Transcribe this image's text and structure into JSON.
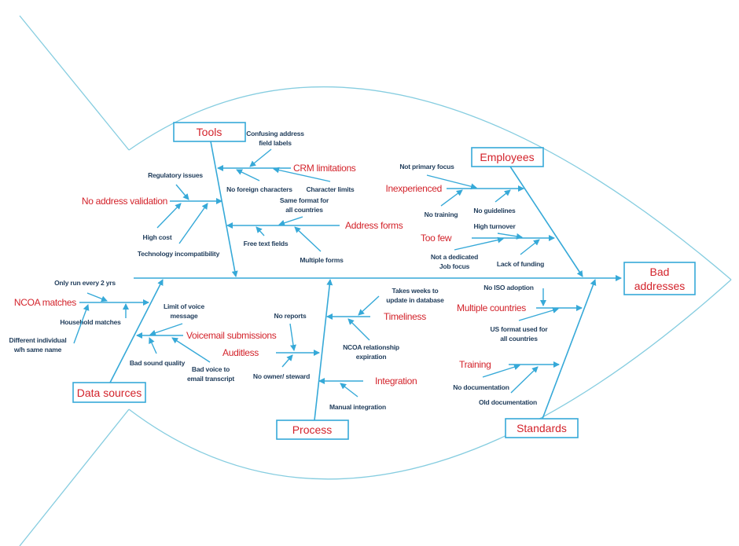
{
  "effect": {
    "lines": [
      "Bad",
      "addresses"
    ]
  },
  "colors": {
    "cause_text": "#d3232b",
    "note_text": "#24405e",
    "arrows": "#36a9d8",
    "fish_outline": "#86cde0"
  },
  "categories": {
    "tools": {
      "label": "Tools",
      "causes": [
        {
          "label": "CRM limitations",
          "subs": [
            [
              "Confusing address",
              "field labels"
            ],
            [
              "No foreign characters"
            ],
            [
              "Character limits"
            ]
          ]
        },
        {
          "label": "No address validation",
          "subs": [
            [
              "Regulatory issues"
            ],
            [
              "High cost"
            ],
            [
              "Technology incompatibility"
            ]
          ]
        },
        {
          "label": "Address forms",
          "subs": [
            [
              "Same format for",
              "all countries"
            ],
            [
              "Free text fields"
            ],
            [
              "Multiple forms"
            ]
          ]
        }
      ]
    },
    "employees": {
      "label": "Employees",
      "causes": [
        {
          "label": "Inexperienced",
          "subs": [
            [
              "Not primary focus"
            ],
            [
              "No training"
            ],
            [
              "No guidelines"
            ]
          ]
        },
        {
          "label": "Too few",
          "subs": [
            [
              "High turnover"
            ],
            [
              "Not a dedicated",
              "Job focus"
            ],
            [
              "Lack of funding"
            ]
          ]
        }
      ]
    },
    "data_sources": {
      "label": "Data sources",
      "causes": [
        {
          "label": "NCOA matches",
          "subs": [
            [
              "Only run every 2 yrs"
            ],
            [
              "Household matches"
            ],
            [
              "Different individual",
              "w/h same name"
            ]
          ]
        },
        {
          "label": "Voicemail submissions",
          "subs": [
            [
              "Limit of voice",
              "message"
            ],
            [
              "Bad sound quality"
            ],
            [
              "Bad voice to",
              "email transcript"
            ]
          ]
        }
      ]
    },
    "process": {
      "label": "Process",
      "causes": [
        {
          "label": "Auditless",
          "subs": [
            [
              "No reports"
            ],
            [
              "No owner/ steward"
            ]
          ]
        },
        {
          "label": "Timeliness",
          "subs": [
            [
              "Takes weeks to",
              "update in database"
            ],
            [
              "NCOA relationship",
              "expiration"
            ]
          ]
        },
        {
          "label": "Integration",
          "subs": [
            [
              "Manual integration"
            ]
          ]
        }
      ]
    },
    "standards": {
      "label": "Standards",
      "causes": [
        {
          "label": "Multiple countries",
          "subs": [
            [
              "No ISO adoption"
            ],
            [
              "US format used for",
              "all countries"
            ]
          ]
        },
        {
          "label": "Training",
          "subs": [
            [
              "No documentation"
            ],
            [
              "Old documentation"
            ]
          ]
        }
      ]
    }
  }
}
